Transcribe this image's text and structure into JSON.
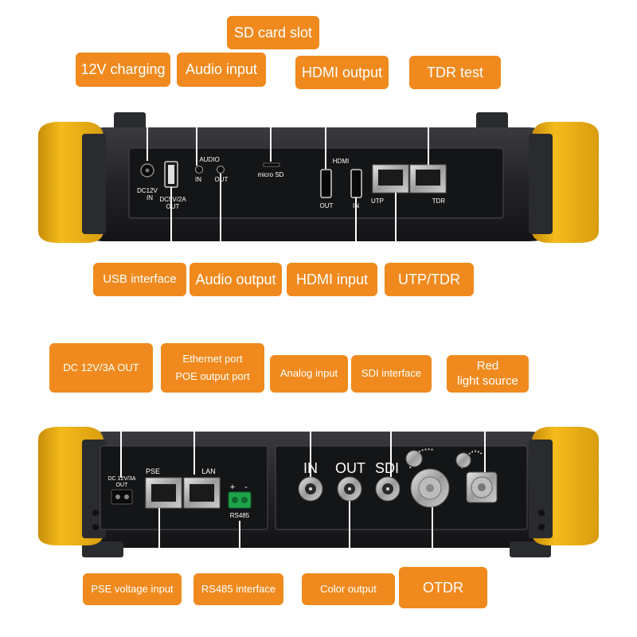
{
  "top_panel": {
    "labels": {
      "sd_card": "SD card slot",
      "charging": "12V charging",
      "audio_input": "Audio input",
      "hdmi_output": "HDMI output",
      "tdr_test": "TDR test",
      "usb": "USB interface",
      "audio_output": "Audio output",
      "hdmi_input": "HDMI input",
      "utp_tdr": "UTP/TDR"
    },
    "device_text": {
      "dc12v": "DC12V",
      "in": "IN",
      "dc5v": "DC5V/2A",
      "out": "OUT",
      "audio": "AUDIO",
      "audio_in": "IN",
      "audio_out": "OUT",
      "micro_sd": "micro SD",
      "hdmi": "HDMI",
      "hdmi_out": "OUT",
      "hdmi_in": "IN",
      "utp": "UTP",
      "tdr": "TDR"
    }
  },
  "bottom_panel": {
    "labels": {
      "dc_out": "DC 12V/3A OUT",
      "ethernet_line1": "Ethernet port",
      "ethernet_line2": "POE output port",
      "analog_input": "Analog input",
      "sdi_interface": "SDI interface",
      "red_light_line1": "Red",
      "red_light_line2": "light source",
      "pse_voltage": "PSE voltage input",
      "rs485": "RS485 interface",
      "color_output": "Color output",
      "otdr": "OTDR"
    },
    "device_text": {
      "dc12v3a": "DC 12V/3A",
      "dc_out": "OUT",
      "pse": "PSE",
      "lan": "LAN",
      "plus": "+",
      "minus": "-",
      "rs485": "RS485",
      "bnc_in": "IN",
      "bnc_out": "OUT",
      "bnc_sdi": "SDI"
    }
  },
  "colors": {
    "label_bg": "#f08a1e",
    "bumper": "#f2b418",
    "body": "#1e1f22"
  }
}
